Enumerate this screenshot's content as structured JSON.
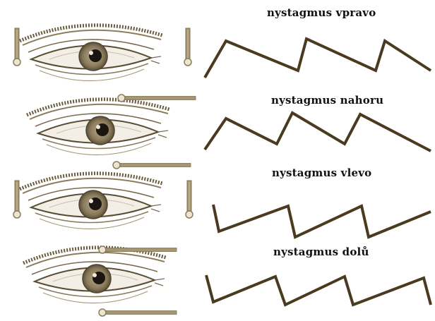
{
  "labels": [
    "nystagmus vpravo",
    "nystagmus nahoru",
    "nystagmus vlevo",
    "nystagmus dolů"
  ],
  "colors": {
    "wave": "#4a3a20",
    "electrode": "#9b8c66",
    "eye_outline": "#5a4d34",
    "iris": "#7d6e4f",
    "pupil": "#1a1510",
    "text": "#111111"
  },
  "icons": [
    "eye-icon",
    "electrode-icon",
    "nystagmus-wave"
  ]
}
